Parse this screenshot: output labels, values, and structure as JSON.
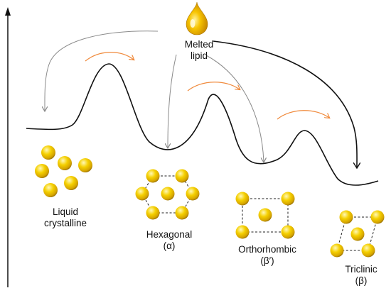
{
  "top_label": {
    "line1": "Melted",
    "line2": "lipid"
  },
  "phases": [
    {
      "name_line1": "Liquid",
      "name_line2": "crystalline"
    },
    {
      "name_line1": "Hexagonal",
      "name_line2": "(α)"
    },
    {
      "name_line1": "Orthorhombic",
      "name_line2": "(β′)"
    },
    {
      "name_line1": "Triclinic",
      "name_line2": "(β)"
    }
  ],
  "colors": {
    "sphere_center": "#fff6a0",
    "sphere_mid": "#f2cc00",
    "sphere_edge": "#a07800",
    "curve": "#111111",
    "orange_arrow": "#f08a3c",
    "gray_arrow": "#8a8a8a",
    "black_arrow": "#111111"
  },
  "icons": {
    "droplet": "oil-droplet-icon"
  }
}
